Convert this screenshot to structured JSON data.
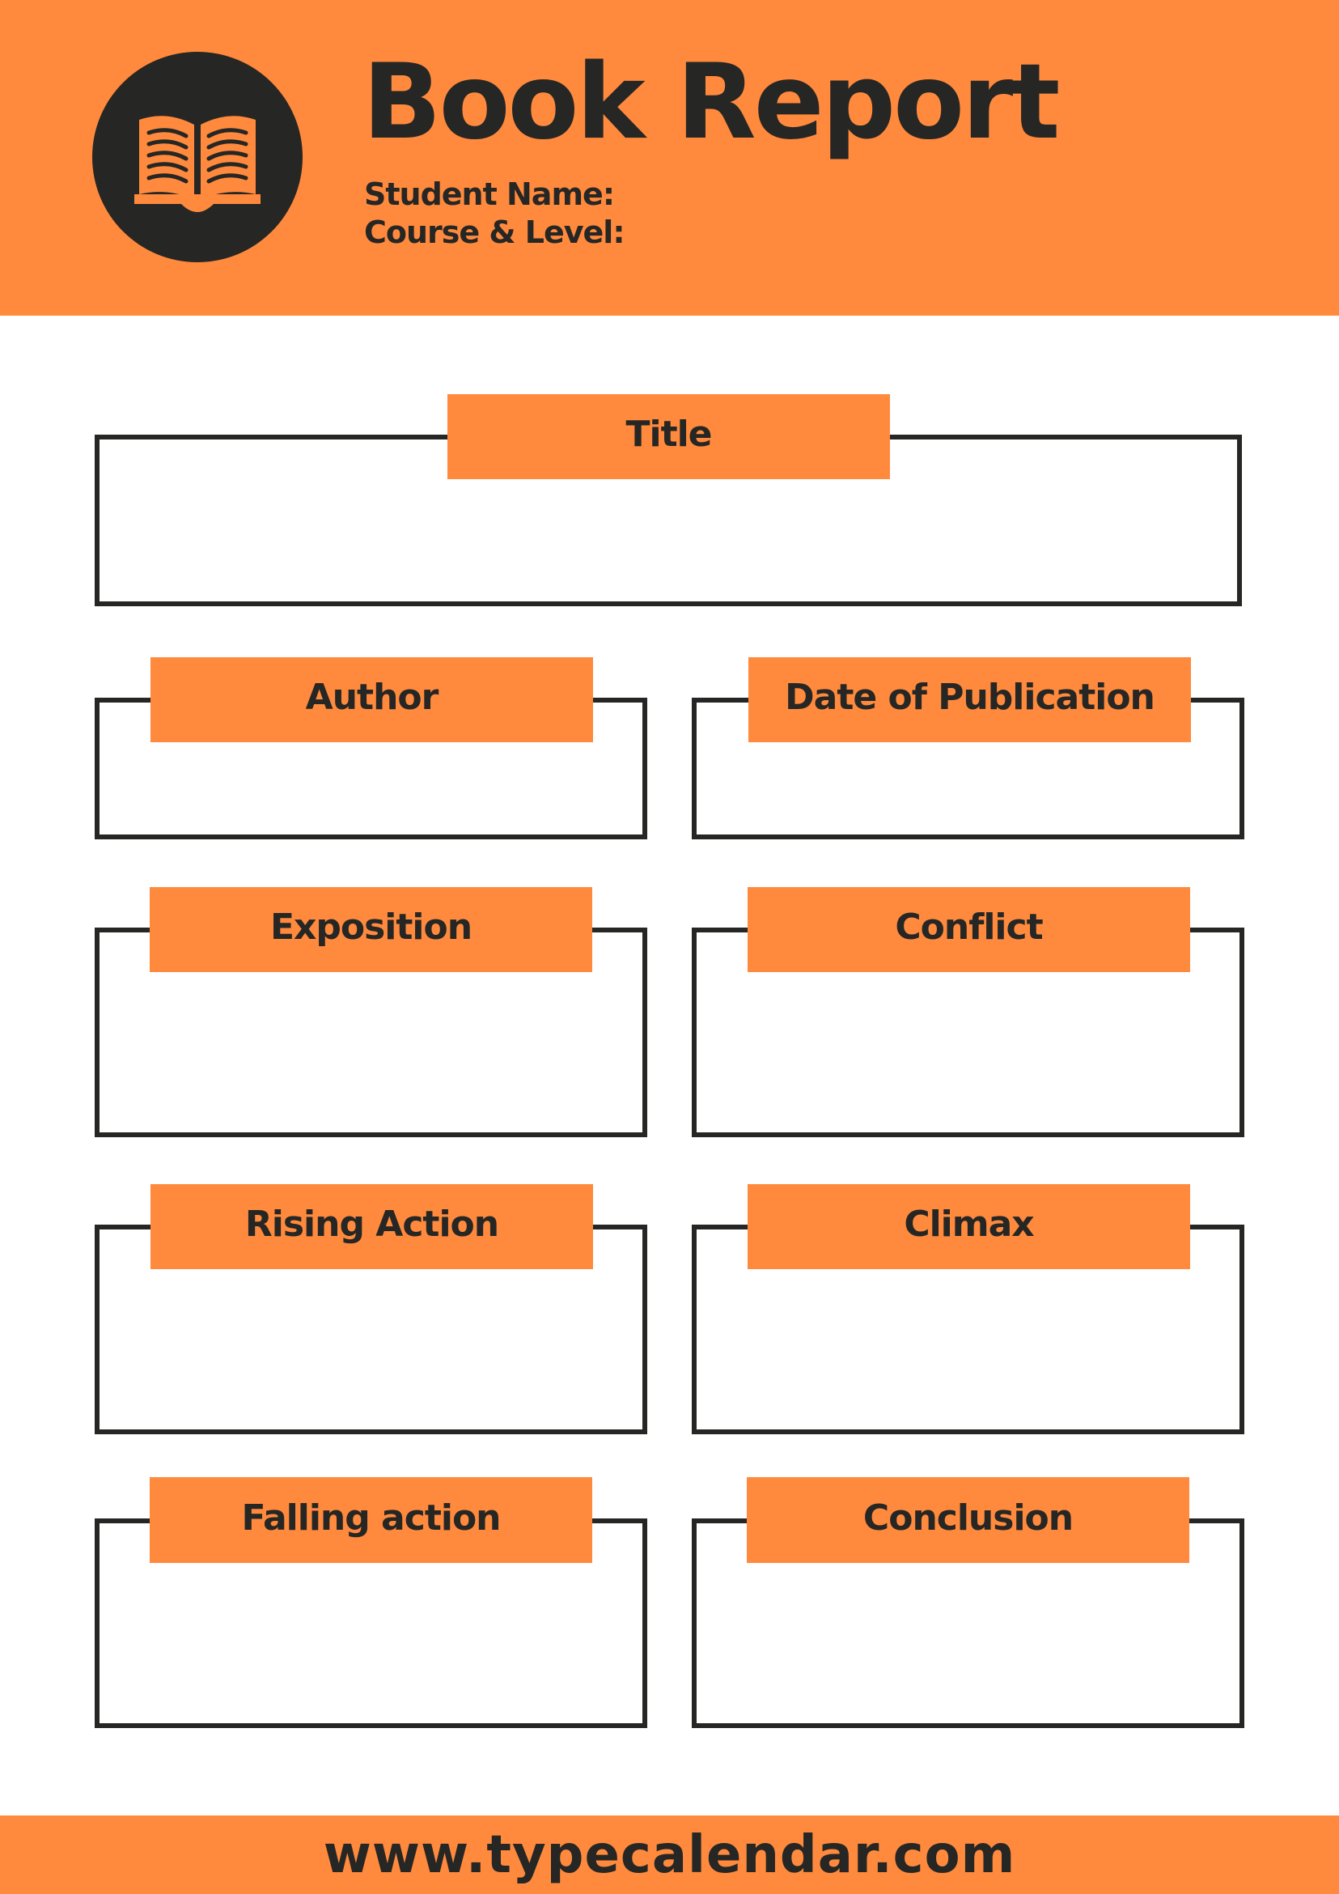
{
  "header": {
    "title": "Book Report",
    "student_name_label": "Student Name:",
    "course_level_label": "Course & Level:",
    "icon": "open-book-icon"
  },
  "sections": {
    "title": "Title",
    "author": "Author",
    "date_of_publication": "Date of Publication",
    "exposition": "Exposition",
    "conflict": "Conflict",
    "rising_action": "Rising Action",
    "climax": "Climax",
    "falling_action": "Falling action",
    "conclusion": "Conclusion"
  },
  "footer": {
    "url": "www.typecalendar.com"
  },
  "colors": {
    "accent": "#FF8A3D",
    "dark": "#262624",
    "background": "#FFFFFF"
  }
}
